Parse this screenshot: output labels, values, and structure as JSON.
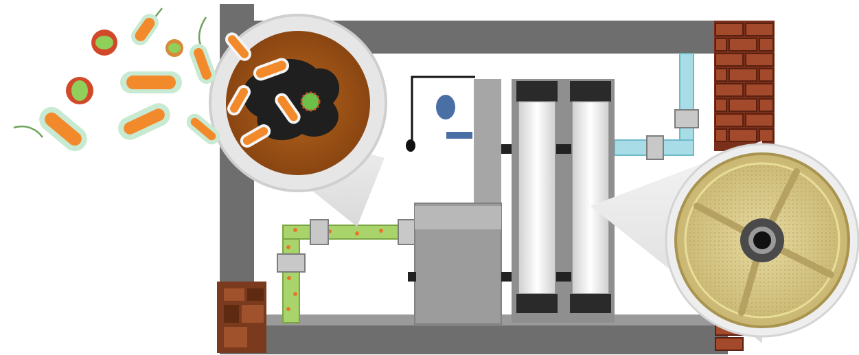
{
  "diagram": {
    "components": [
      {
        "name": "water-filtration-system"
      },
      {
        "name": "bacteria-cluster"
      },
      {
        "name": "contamination-magnifier"
      },
      {
        "name": "membrane-cartridge-pair"
      },
      {
        "name": "membrane-cross-section"
      },
      {
        "name": "brick-wall"
      }
    ],
    "colors": {
      "frame": "#6e6e6e",
      "pipe_clean": "#a8dde8",
      "pipe_dirty": "#a9d36b",
      "brick": "#8b3a22",
      "bacteria_body": "#f28a2b",
      "bacteria_halo": "#c9ead2",
      "membrane": "#d8c98a",
      "marker": "#4a6fa5"
    }
  }
}
